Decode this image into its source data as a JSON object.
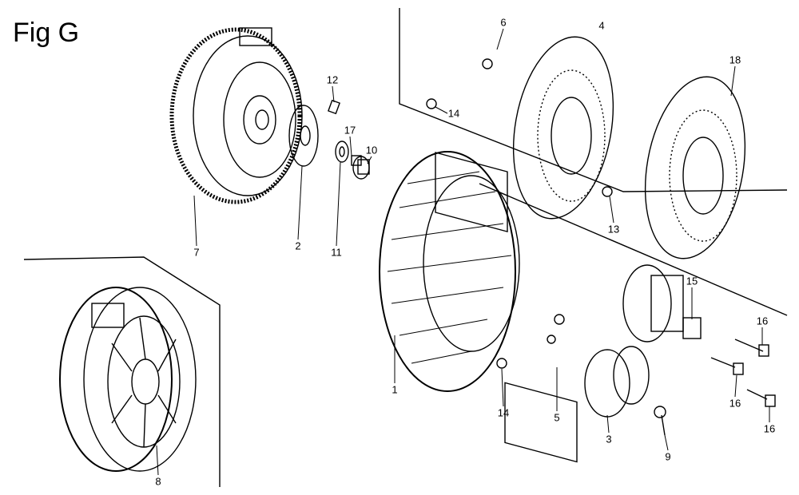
{
  "figure_title": "Fig G",
  "callouts": {
    "p1": "1",
    "p2": "2",
    "p3": "3",
    "p4": "4",
    "p5": "5",
    "p6": "6",
    "p7": "7",
    "p8": "8",
    "p9": "9",
    "p10": "10",
    "p11": "11",
    "p12": "12",
    "p13": "13",
    "p14a": "14",
    "p14b": "14",
    "p15": "15",
    "p16a": "16",
    "p16b": "16",
    "p16c": "16",
    "p17": "17",
    "p18": "18"
  }
}
